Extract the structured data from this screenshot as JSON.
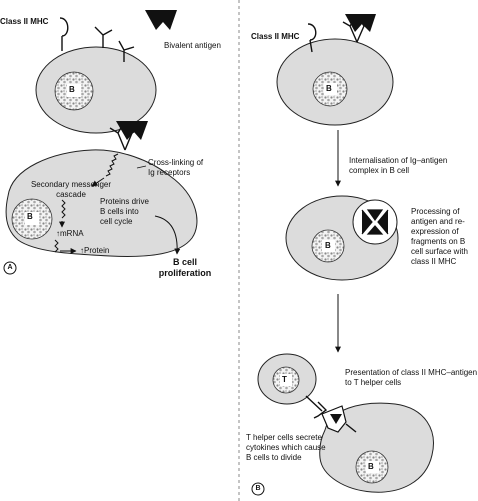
{
  "panel_a": {
    "panel_label": "A",
    "class2_mhc": "Class II MHC",
    "bivalent_antigen": "Bivalent antigen",
    "cell_nucleus": "B",
    "crosslinking": "Cross-linking of\nIg receptors",
    "secondary_messenger": "Secondary messenger\ncascade",
    "proteins_drive": "Proteins drive\nB cells into\ncell cycle",
    "mrna": "↑mRNA",
    "protein": "↑Protein",
    "proliferation": "B cell\nproliferation"
  },
  "panel_b": {
    "panel_label": "B",
    "class2_mhc": "Class II MHC",
    "cell_nucleus": "B",
    "t_nucleus": "T",
    "internalisation": "Internalisation of Ig–antigen\ncomplex in B cell",
    "processing": "Processing of\nantigen and re-\nexpression of\nfragments on B\ncell surface with\nclass II MHC",
    "presentation": "Presentation of class II MHC–antigen\nto T helper cells",
    "t_helper": "T helper cells secrete\ncytokines which cause\nB cells to divide"
  }
}
